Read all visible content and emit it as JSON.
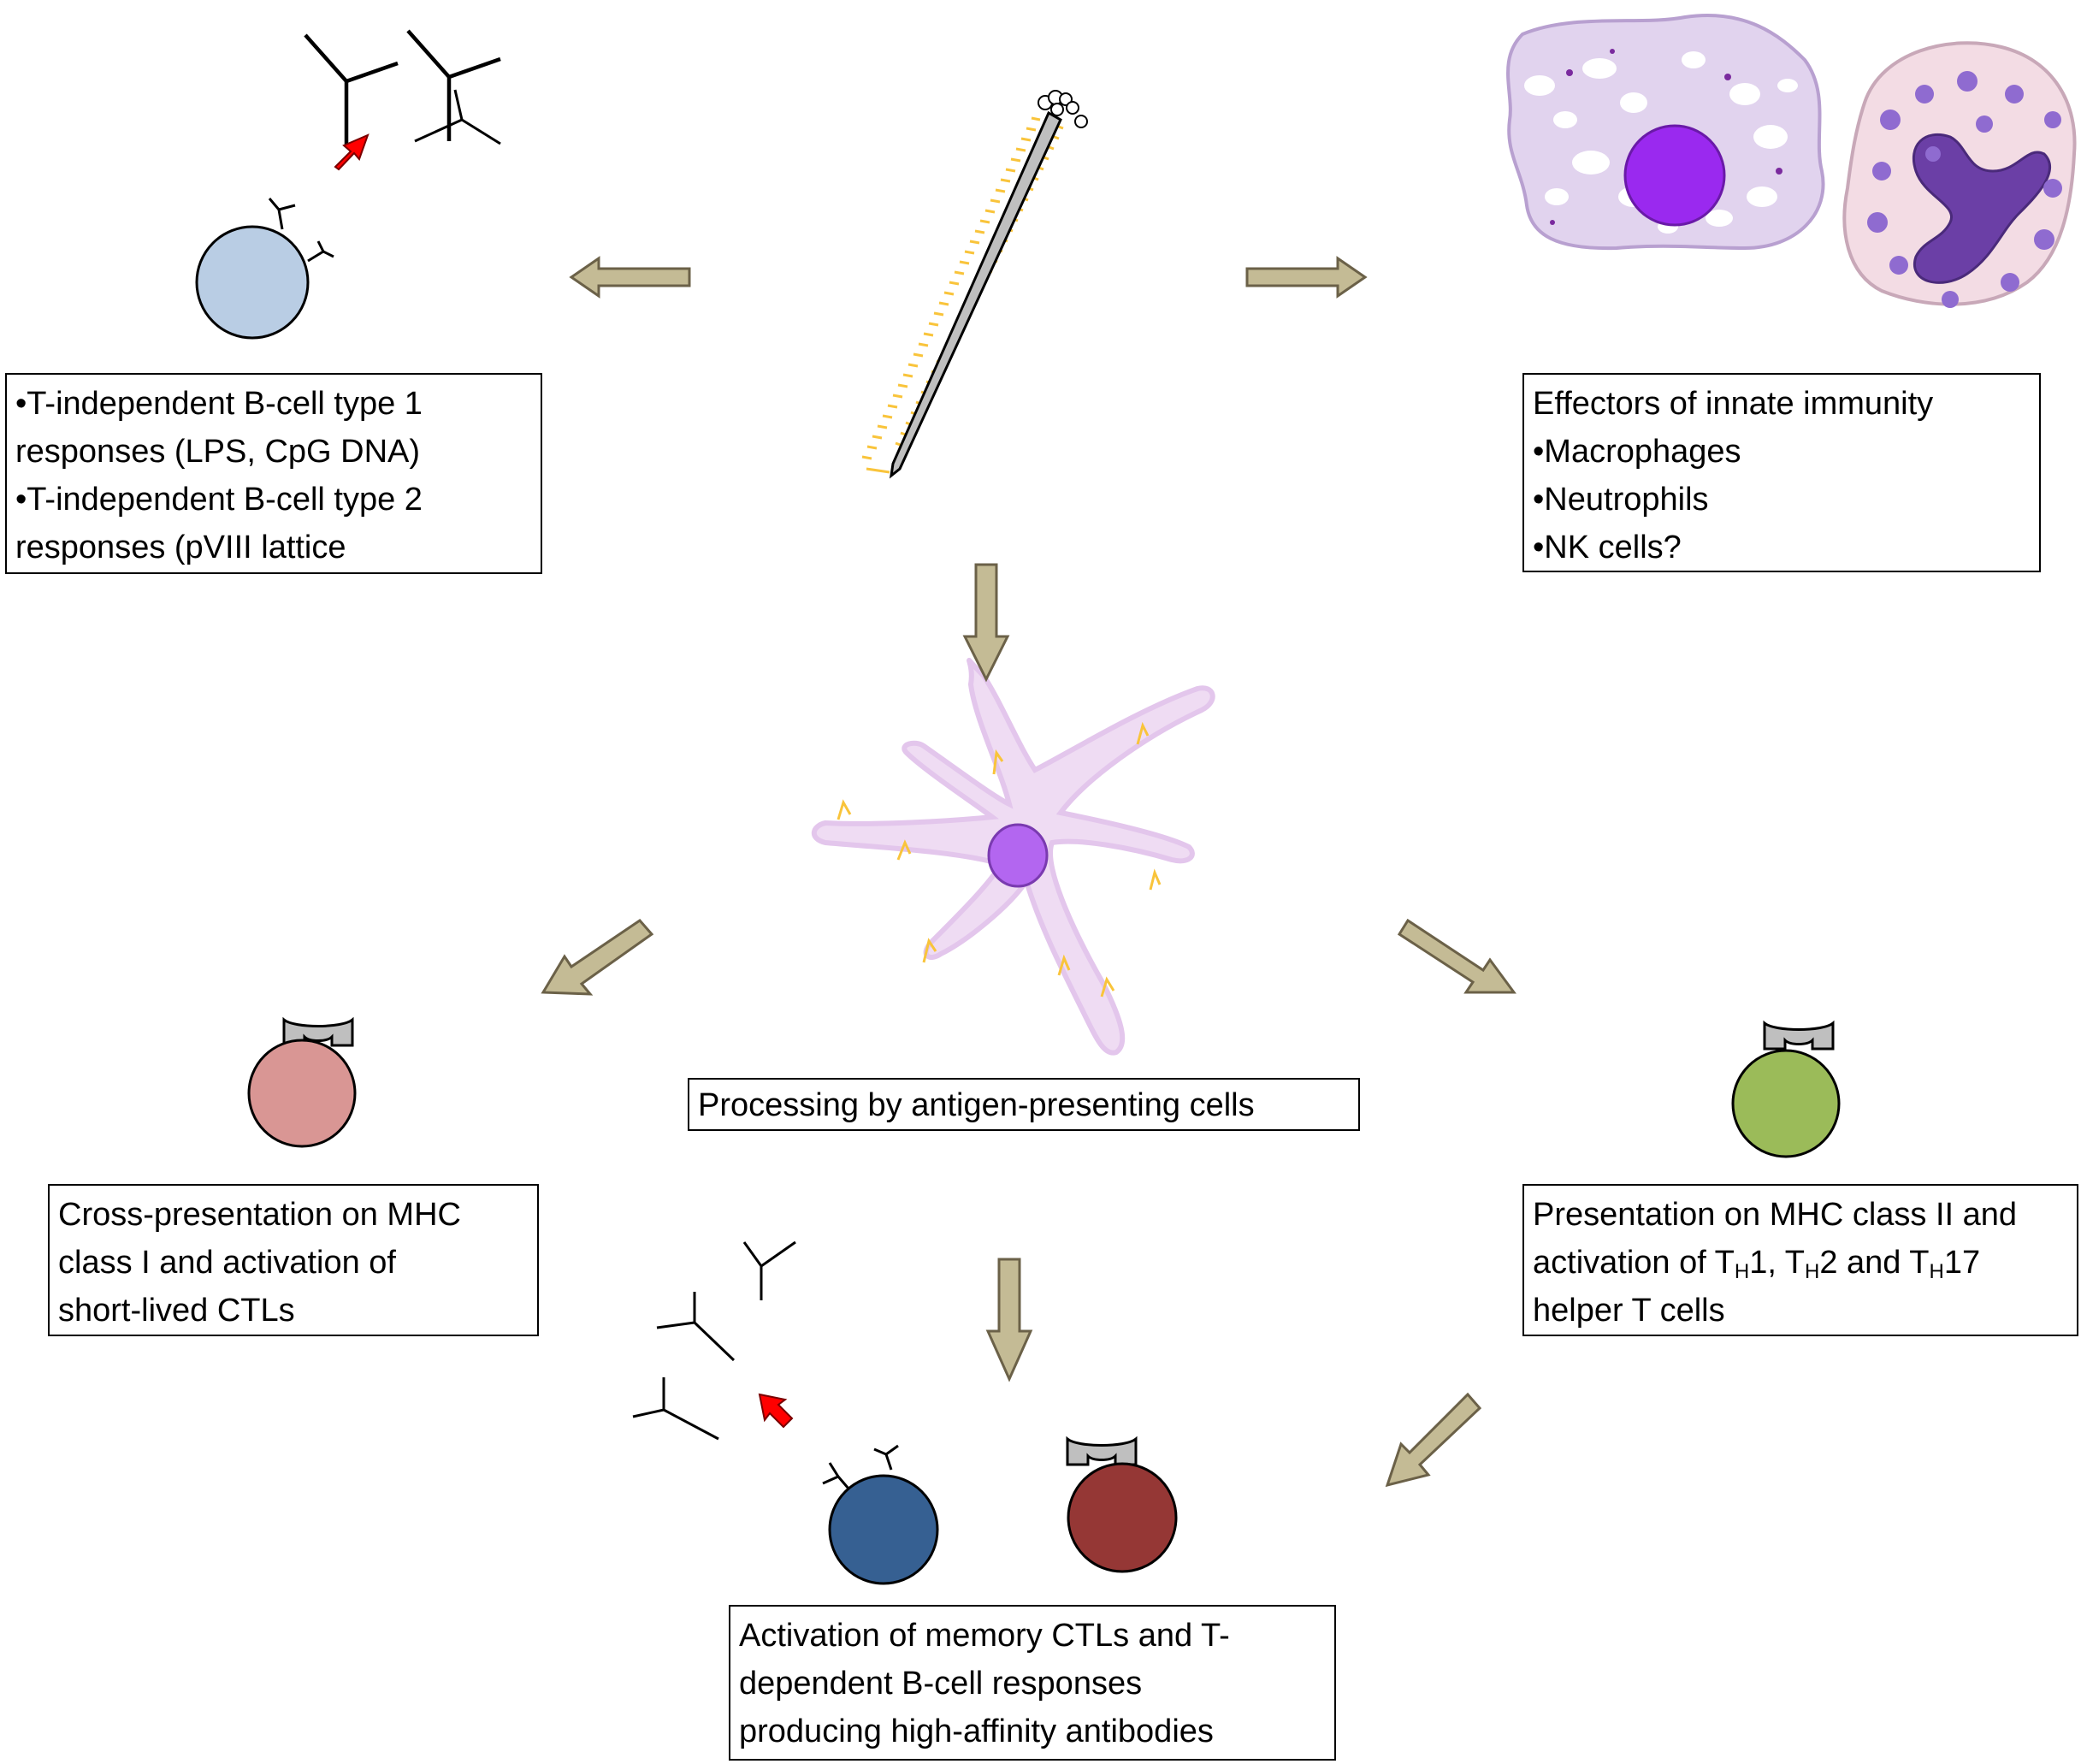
{
  "colors": {
    "arrow_fill": "#c4bb95",
    "arrow_stroke": "#6b6148",
    "red_arrow": "#ff0000",
    "b_cell_light_blue": "#b9cde4",
    "ctl_pink": "#d99694",
    "th_green": "#9bbb59",
    "memory_b_cell_blue": "#366092",
    "memory_ctl_darkred": "#953735",
    "phage_yellow": "#f9c43b",
    "phage_body_gray": "#bfbfbf",
    "apc_cytoplasm": "#efdcf3",
    "apc_nucleus": "#b366f0",
    "macrophage_nucleus": "#9a29ef",
    "neutrophil_nucleus": "#6b3fa6"
  },
  "icons": {
    "phage": "filamentous-phage-icon",
    "antibody": "antibody-icon",
    "macrophage": "macrophage-icon",
    "neutrophil": "neutrophil-icon",
    "dendritic_cell": "dendritic-cell-icon",
    "tcr": "t-cell-receptor-icon"
  },
  "boxes": {
    "b_cell": {
      "lines": [
        "•T-independent B-cell type 1",
        "responses (LPS, CpG DNA)",
        "•T-independent B-cell type 2",
        "responses (pVIII lattice"
      ]
    },
    "innate": {
      "lines": [
        "Effectors of innate immunity",
        "•Macrophages",
        "•Neutrophils",
        "•NK cells?"
      ]
    },
    "apc": {
      "lines": [
        "Processing by antigen-presenting cells"
      ]
    },
    "cross": {
      "lines": [
        "Cross-presentation on MHC",
        "class I and activation of",
        "short-lived CTLs"
      ]
    },
    "mhc2": {
      "line1": "Presentation on MHC class II and",
      "line2_a": "activation of T",
      "sub_h1": "H",
      "line2_b": "1, T",
      "sub_h2": "H",
      "line2_c": "2 and T",
      "sub_h3": "H",
      "line2_d": "17",
      "line3": "helper T cells"
    },
    "memory": {
      "lines": [
        "Activation of memory CTLs and T-",
        "dependent B-cell responses",
        "producing high-affinity antibodies"
      ]
    }
  }
}
